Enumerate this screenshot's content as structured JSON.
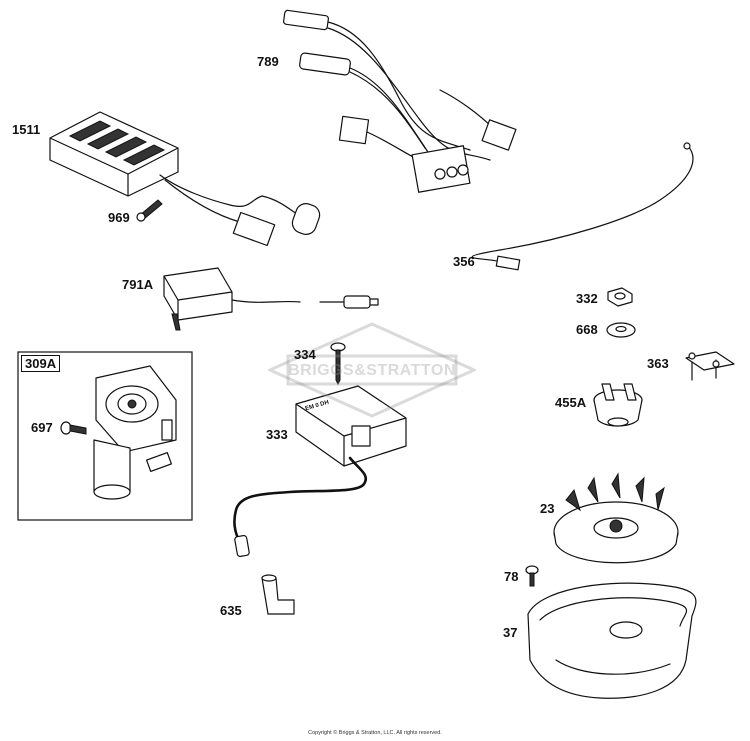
{
  "diagram": {
    "box_label": "309A",
    "watermark": "BRIGGS&STRATTON",
    "copyright": "Copyright © Briggs & Stratton, LLC. All rights reserved.",
    "coil_marking": "EM 0 DH",
    "parts": {
      "p789": "789",
      "p1511": "1511",
      "p969": "969",
      "p356": "356",
      "p791A": "791A",
      "p332": "332",
      "p668": "668",
      "p334": "334",
      "p363": "363",
      "p697": "697",
      "p333": "333",
      "p455A": "455A",
      "p23": "23",
      "p78": "78",
      "p635": "635",
      "p37": "37"
    }
  }
}
